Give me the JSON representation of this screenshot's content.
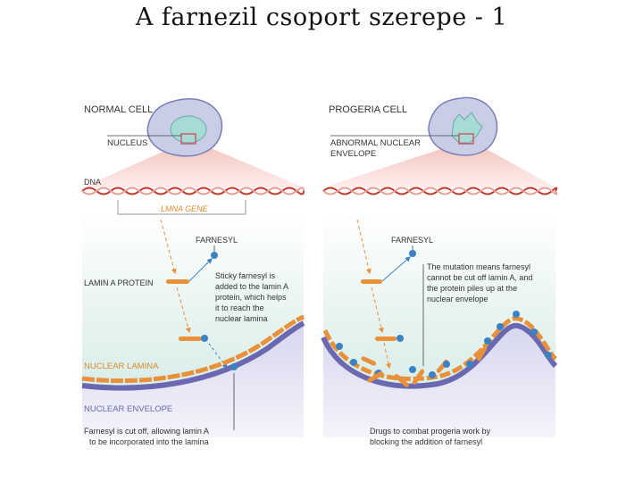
{
  "slide": {
    "title": "A farnezil csoport szerepe - 1"
  },
  "normal": {
    "header": "NORMAL CELL",
    "nucleus": "NUCLEUS",
    "dna": "DNA",
    "gene": "LMNA GENE",
    "farnesyl": "FARNESYL",
    "lamin_a": "LAMIN A PROTEIN",
    "sticky": [
      "Sticky farnesyl is",
      "added to the lamin A",
      "protein, which helps",
      "it to reach the",
      "nuclear lamina"
    ],
    "nuclear_lamina": "NUCLEAR LAMINA",
    "nuclear_envelope": "NUCLEAR ENVELOPE",
    "caption": [
      "Farnesyl is cut off, allowing lamin A",
      "to be incorporated into the lamina"
    ]
  },
  "progeria": {
    "header": "PROGERIA CELL",
    "abnormal": [
      "ABNORMAL NUCLEAR",
      "ENVELOPE"
    ],
    "farnesyl": "FARNESYL",
    "mutation": [
      "The mutation means farnesyl",
      "cannot be cut off lamin A, and",
      "the protein piles up at the",
      "nuclear envelope"
    ],
    "caption": [
      "Drugs to combat progeria work by",
      "blocking the addition of farnesyl"
    ]
  },
  "colors": {
    "lamin": "#e8913a",
    "farnesyl": "#3b82c4",
    "envelope": "#6a68b0",
    "lamina_label": "#d98a2e",
    "gene": "#e08a30"
  }
}
